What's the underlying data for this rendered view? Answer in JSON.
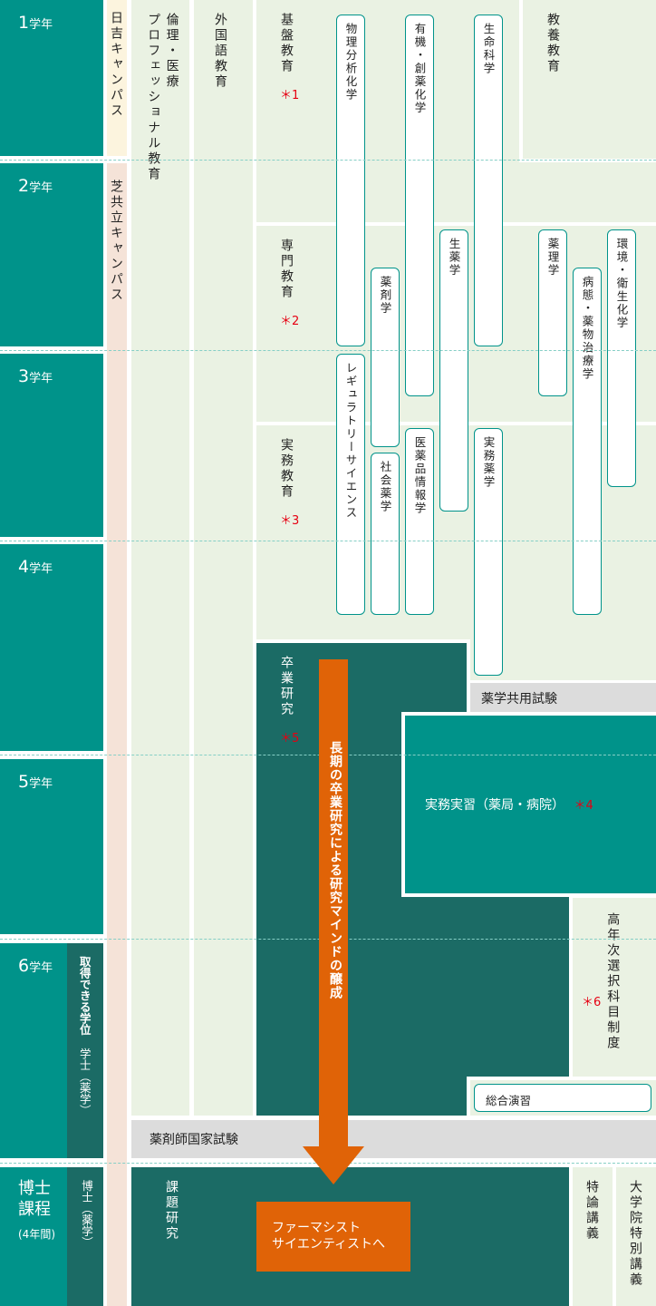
{
  "years": [
    {
      "num": "1",
      "unit": "学年"
    },
    {
      "num": "2",
      "unit": "学年"
    },
    {
      "num": "3",
      "unit": "学年"
    },
    {
      "num": "4",
      "unit": "学年"
    },
    {
      "num": "5",
      "unit": "学年"
    },
    {
      "num": "6",
      "unit": "学年"
    }
  ],
  "doctor": {
    "title": "博士課程",
    "duration": "(4年間)",
    "degree": "博士（薬学）"
  },
  "degree": {
    "label": "取得できる学位",
    "value": "学士（薬学）"
  },
  "campus": {
    "hiyoshi": "日吉キャンパス",
    "shiba": "芝共立キャンパス"
  },
  "columns": {
    "ethics": "倫理・医療",
    "ethics2": "プロフェッショナル教育",
    "foreign": "外国語教育",
    "liberal": "教養教育"
  },
  "sections": {
    "kiban": "基盤教育",
    "kiban_note": "＊1",
    "senmon": "専門教育",
    "senmon_note": "＊2",
    "jitsumu": "実務教育",
    "jitsumu_note": "＊3",
    "sotsuken": "卒業研究",
    "sotsuken_note": "＊5"
  },
  "subjects": [
    "物理分析化学",
    "有機・創薬化学",
    "生命科学",
    "薬剤学",
    "生薬学",
    "薬理学",
    "病態・薬物治療学",
    "環境・衛生化学",
    "レギュラトリーサイエンス",
    "社会薬学",
    "医薬品情報学",
    "実務薬学"
  ],
  "exams": {
    "cbt": "薬学共用試験",
    "national": "薬剤師国家試験"
  },
  "practice": {
    "label": "実務実習（薬局・病院）",
    "note": "＊4"
  },
  "advanced": {
    "label": "高年次選択科目制度",
    "note": "＊6"
  },
  "sogo": "総合演習",
  "arrow": "長期の卒業研究による研究マインドの醸成",
  "kadai": "課題研究",
  "goal": {
    "line1": "ファーマシスト",
    "line2": "サイエンティストへ"
  },
  "tokuron": "特論講義",
  "special": "大学院特別講義"
}
